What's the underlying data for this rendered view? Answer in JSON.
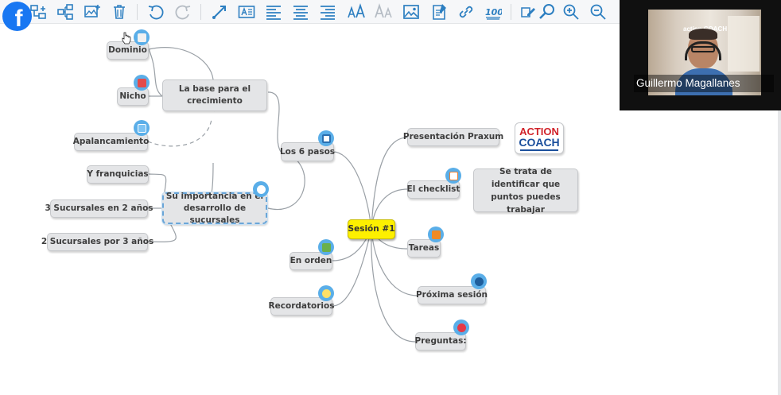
{
  "toolbar": {
    "buttons": [
      "add-child-icon",
      "add-sibling-icon",
      "insert-image-icon",
      "delete-icon",
      "undo-icon",
      "redo-icon",
      "connector-icon",
      "text-box-icon",
      "align-left-icon",
      "align-center-icon",
      "align-right-icon",
      "font-size-up-icon",
      "font-size-down-icon",
      "image-icon",
      "note-icon",
      "link-icon",
      "score-icon",
      "edit-icon",
      "search-icon",
      "zoom-in-icon",
      "zoom-out-icon"
    ]
  },
  "social": {
    "brand": "f",
    "color": "#1877f2"
  },
  "webcam": {
    "name": "Guillermo Magallanes",
    "brand_text": "action COACH"
  },
  "mindmap": {
    "central": "Sesión #1",
    "nodes": {
      "seis_pasos": "Los 6 pasos",
      "base_crecimiento": "La base para el crecimiento",
      "dominio": "Dominio",
      "nicho": "Nicho",
      "apalancamiento": "Apalancamiento",
      "importancia": "Su importancia en el desarrollo de sucursales",
      "franquicias": "Y franquicias",
      "sucursales_2": "3 Sucursales en 2 años",
      "sucursales_3": "2 Sucursales por 3 años",
      "en_orden": "En orden",
      "recordatorios": "Recordatorios",
      "presentacion": "Presentación Praxum",
      "checklist": "El checklist",
      "checklist_note": "Se trata de identificar que puntos puedes trabajar",
      "tareas": "Tareas",
      "proxima": "Próxima sesión",
      "preguntas": "Preguntas:"
    },
    "logo": {
      "line1": "ACTION",
      "line2": "COACH"
    }
  },
  "colors": {
    "central": "#fdf000",
    "node": "#e4e5e7",
    "icon": "#5aaee8",
    "toolbar_icon": "#2d7fc1",
    "logo_red": "#d1232a",
    "logo_blue": "#1b4f9c"
  }
}
